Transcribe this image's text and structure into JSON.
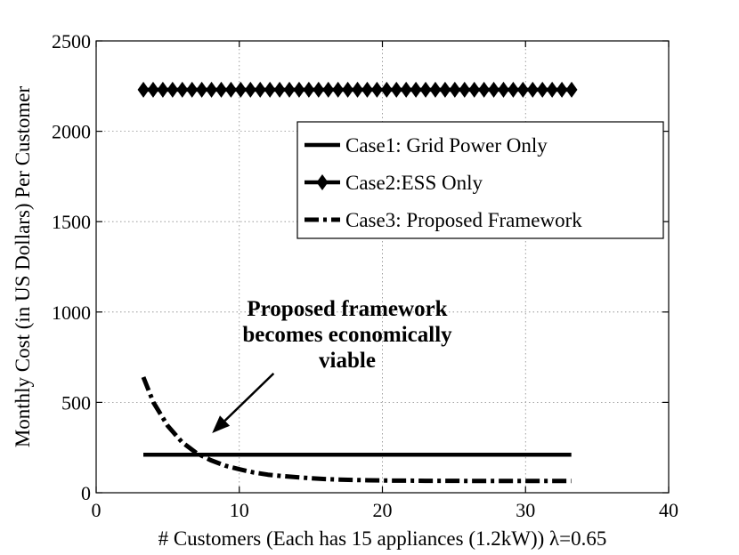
{
  "chart_data": {
    "type": "line",
    "title": "",
    "xlabel": "# Customers (Each has 15 appliances (1.2kW)) λ=0.65",
    "ylabel": "Monthly Cost (in US Dollars) Per Customer",
    "xlim": [
      0,
      40
    ],
    "ylim": [
      0,
      2500
    ],
    "x_ticks": [
      0,
      10,
      20,
      30,
      40
    ],
    "y_ticks": [
      0,
      500,
      1000,
      1500,
      2000,
      2500
    ],
    "grid": true,
    "legend_position": "top-right",
    "series": [
      {
        "name": "Case1: Grid Power Only",
        "style": "solid",
        "color": "#000000",
        "x": [
          3.3,
          33.2
        ],
        "y": [
          210,
          210
        ]
      },
      {
        "name": "Case2:ESS Only",
        "style": "solid-diamond",
        "color": "#000000",
        "x": [
          3.3,
          3.98,
          4.66,
          5.34,
          6.02,
          6.7,
          7.38,
          8.06,
          8.74,
          9.42,
          10.1,
          10.78,
          11.46,
          12.14,
          12.82,
          13.5,
          14.18,
          14.86,
          15.54,
          16.22,
          16.9,
          17.58,
          18.26,
          18.94,
          19.62,
          20.3,
          20.98,
          21.66,
          22.34,
          23.02,
          23.7,
          24.38,
          25.06,
          25.74,
          26.42,
          27.1,
          27.78,
          28.46,
          29.14,
          29.82,
          30.5,
          31.18,
          31.86,
          32.54,
          33.22
        ],
        "y": [
          2230,
          2230,
          2230,
          2230,
          2230,
          2230,
          2230,
          2230,
          2230,
          2230,
          2230,
          2230,
          2230,
          2230,
          2230,
          2230,
          2230,
          2230,
          2230,
          2230,
          2230,
          2230,
          2230,
          2230,
          2230,
          2230,
          2230,
          2230,
          2230,
          2230,
          2230,
          2230,
          2230,
          2230,
          2230,
          2230,
          2230,
          2230,
          2230,
          2230,
          2230,
          2230,
          2230,
          2230,
          2230
        ]
      },
      {
        "name": "Case3: Proposed Framework",
        "style": "dash-dot",
        "color": "#000000",
        "x": [
          3.3,
          4,
          5,
          6,
          7,
          8,
          9,
          10,
          11,
          12,
          13,
          14,
          15,
          16,
          17,
          18,
          19,
          20,
          21,
          22,
          23,
          24,
          25,
          26,
          27,
          28,
          29,
          30,
          31,
          32,
          33.2
        ],
        "y": [
          640,
          500,
          370,
          280,
          220,
          180,
          150,
          130,
          112,
          100,
          92,
          86,
          80,
          76,
          73,
          71,
          69,
          68,
          67,
          67,
          66,
          66,
          66,
          65,
          65,
          65,
          65,
          65,
          65,
          65,
          65
        ]
      }
    ],
    "annotations": [
      {
        "lines": [
          "Proposed framework",
          "becomes economically",
          "viable"
        ],
        "arrow_from": [
          12.4,
          660
        ],
        "arrow_to": [
          8.1,
          330
        ]
      }
    ]
  }
}
